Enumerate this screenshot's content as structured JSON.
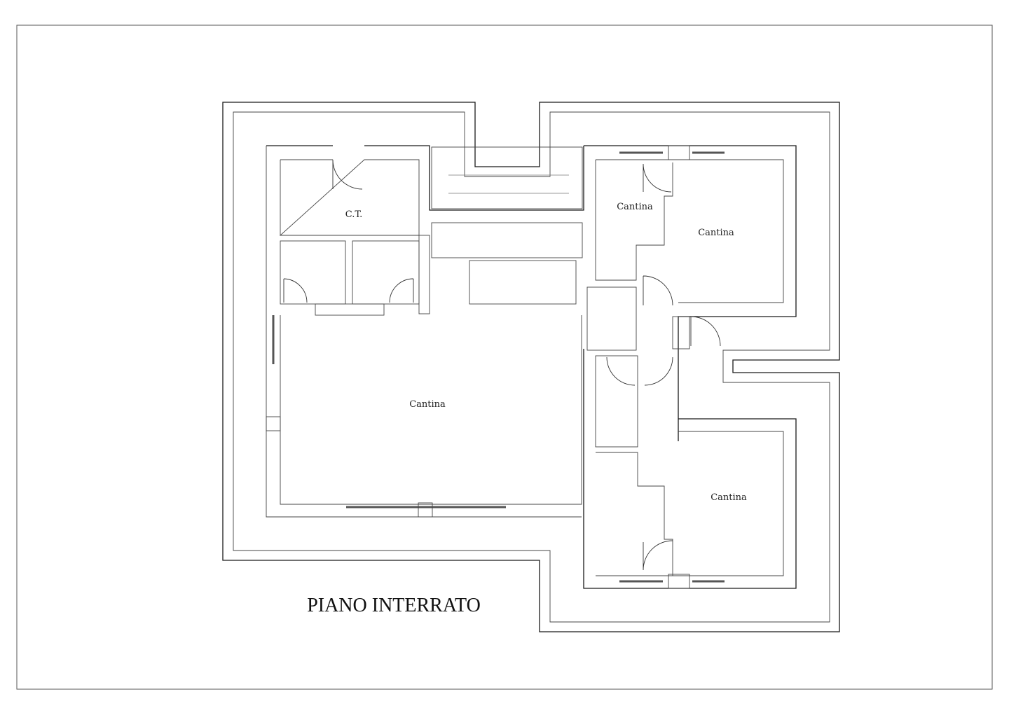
{
  "sheet": {
    "title": "PIANO INTERRATO"
  },
  "rooms": {
    "ct": "C.T.",
    "cantina_small_top": "Cantina",
    "cantina_top_right": "Cantina",
    "cantina_main": "Cantina",
    "cantina_bottom_right": "Cantina"
  }
}
